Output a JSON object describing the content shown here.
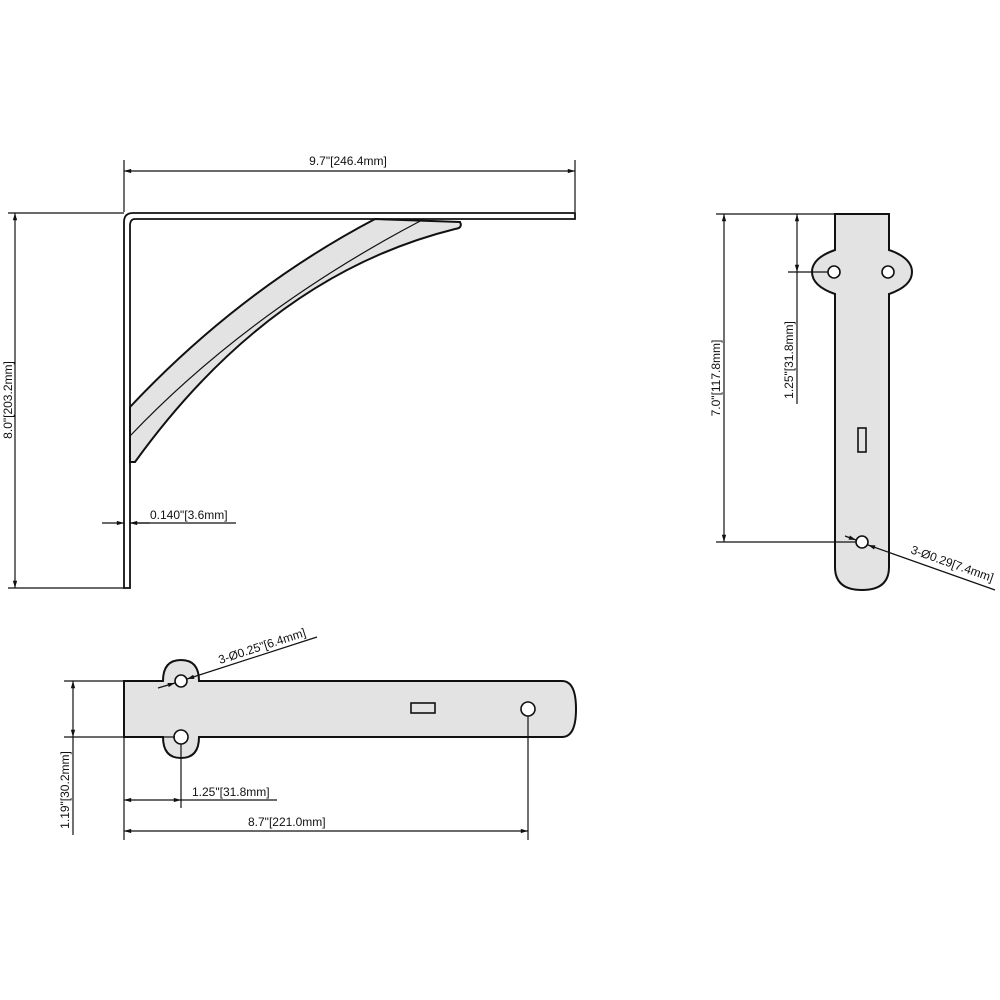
{
  "drawing": {
    "title": "Shelf bracket technical drawing",
    "views": [
      "side-view",
      "back-plate-view",
      "top-plate-view"
    ]
  },
  "side_view": {
    "overall_width": "9.7\"[246.4mm]",
    "overall_height": "8.0\"[203.2mm]",
    "thickness": "0.140\"[3.6mm]"
  },
  "vertical_plate": {
    "hole_spacing": "1.25\"[31.8mm]",
    "hole_to_top_length": "7.0\"[117.8mm]",
    "hole_diameter": "3-Ø0.29[7.4mm]"
  },
  "horizontal_plate": {
    "hole_diameter": "3-Ø0.25\"[6.4mm]",
    "width": "1.19\"[30.2mm]",
    "hole_offset": "1.25\"[31.8mm]",
    "hole_to_end_length": "8.7\"[221.0mm]"
  },
  "colors": {
    "part_fill": "#e3e3e3",
    "outline": "#111111",
    "background": "#ffffff"
  }
}
